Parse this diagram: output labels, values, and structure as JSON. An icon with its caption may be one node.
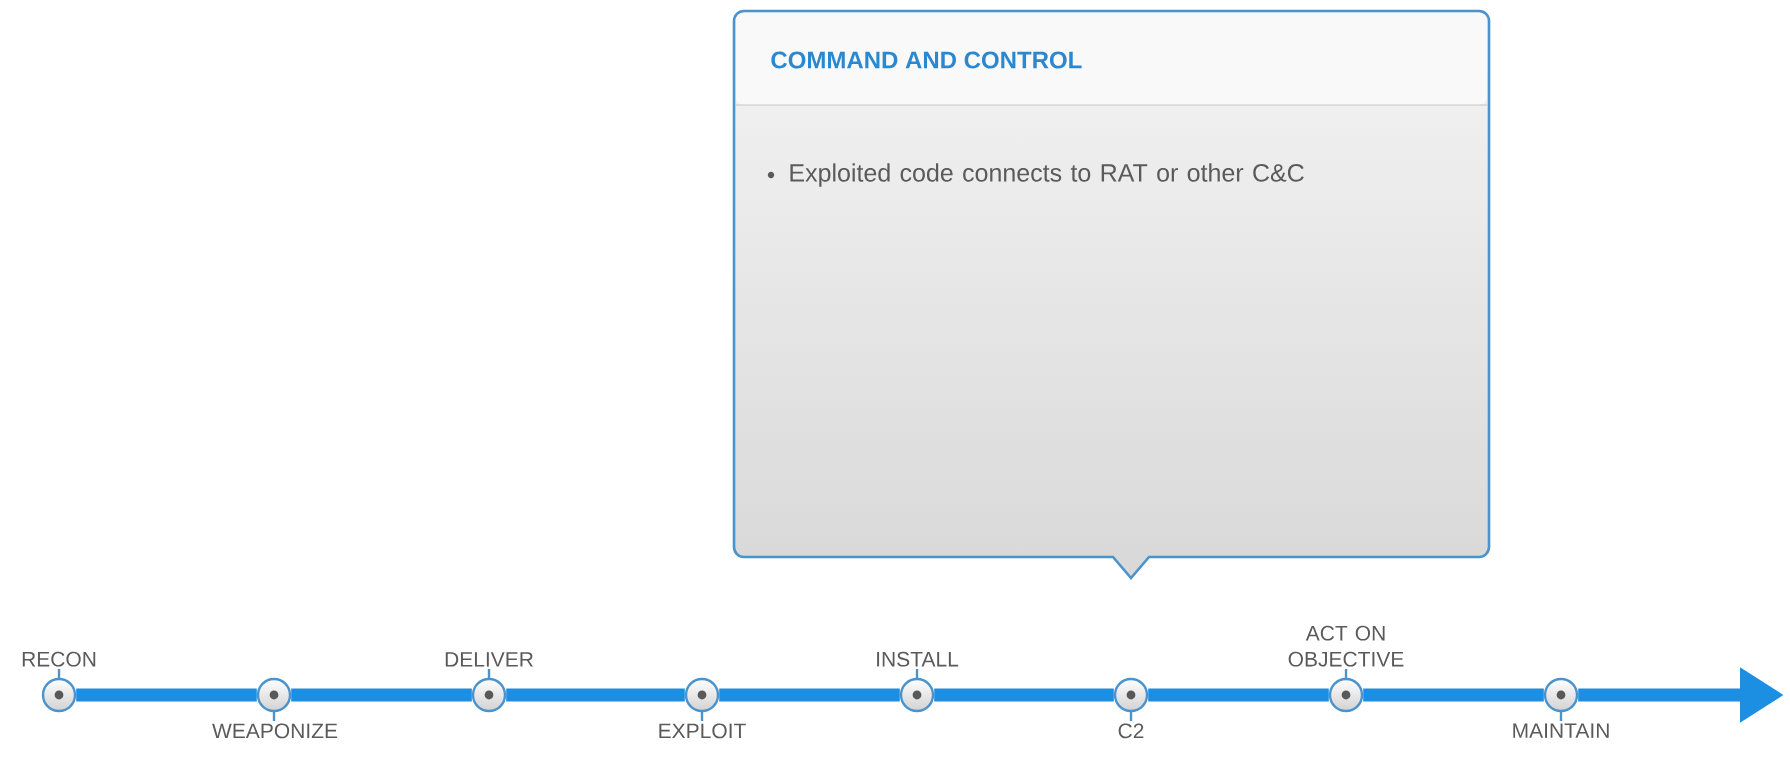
{
  "diagram": {
    "nodes": [
      {
        "text": [
          "RECON"
        ]
      },
      {
        "text": [
          "WEAPONIZE"
        ]
      },
      {
        "text": [
          "DELIVER"
        ]
      },
      {
        "text": [
          "EXPLOIT"
        ]
      },
      {
        "text": [
          "INSTALL"
        ]
      },
      {
        "text": [
          "C2"
        ]
      },
      {
        "text": [
          "ACT ON OBJECTIVE"
        ]
      },
      {
        "text": [
          "MAINTAIN"
        ]
      },
      {
        "text": [
          "COMMAND AND CONTROL",
          "Exploited code connects to RAT or other C&C"
        ]
      }
    ],
    "edges": [
      {
        "from": 0,
        "to": 1,
        "arrow": "none"
      },
      {
        "from": 1,
        "to": 2,
        "arrow": "none"
      },
      {
        "from": 2,
        "to": 3,
        "arrow": "none"
      },
      {
        "from": 3,
        "to": 4,
        "arrow": "none"
      },
      {
        "from": 4,
        "to": 5,
        "arrow": "none"
      },
      {
        "from": 5,
        "to": 6,
        "arrow": "none"
      },
      {
        "from": 6,
        "to": 7,
        "arrow": "none"
      },
      {
        "from": 7,
        "to": null,
        "arrow": "to"
      }
    ]
  }
}
